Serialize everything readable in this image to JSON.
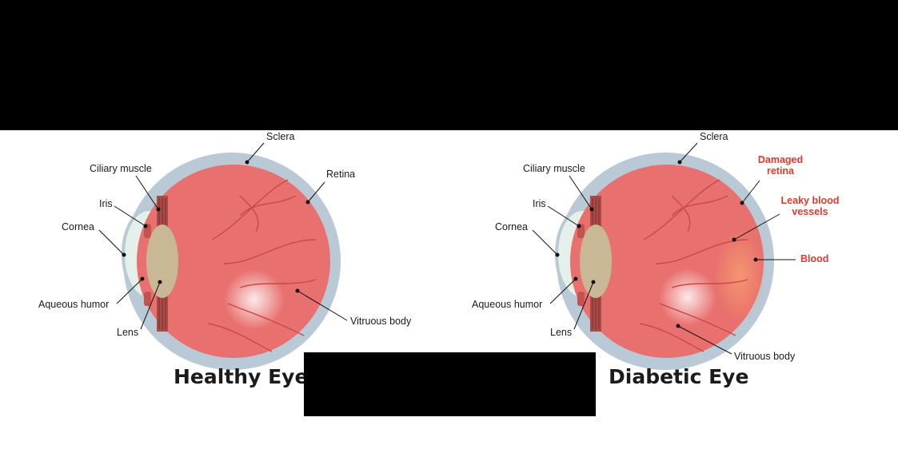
{
  "healthy": {
    "title": "Healthy Eye",
    "labels": {
      "sclera": "Sclera",
      "ciliary_muscle": "Ciliary muscle",
      "retina": "Retina",
      "iris": "Iris",
      "cornea": "Cornea",
      "aqueous_humor": "Aqueous humor",
      "lens": "Lens",
      "vitreous_body": "Vitruous body"
    }
  },
  "diabetic": {
    "title": "Diabetic Eye",
    "labels": {
      "sclera": "Sclera",
      "ciliary_muscle": "Ciliary muscle",
      "damaged_retina": "Damaged retina",
      "leaky_vessels": "Leaky blood vessels",
      "blood": "Blood",
      "iris": "Iris",
      "cornea": "Cornea",
      "aqueous_humor": "Aqueous humor",
      "lens": "Lens",
      "vitreous_body": "Vitruous body"
    }
  },
  "colors": {
    "eyeball": "#e8706e",
    "sclera": "#b9c9d6",
    "retina": "#f5dc58",
    "lens": "#c9b896",
    "cornea": "#e6f0ea",
    "muscle": "#a84a45",
    "vessel": "#c94848",
    "damage_label": "#e03a2e"
  }
}
